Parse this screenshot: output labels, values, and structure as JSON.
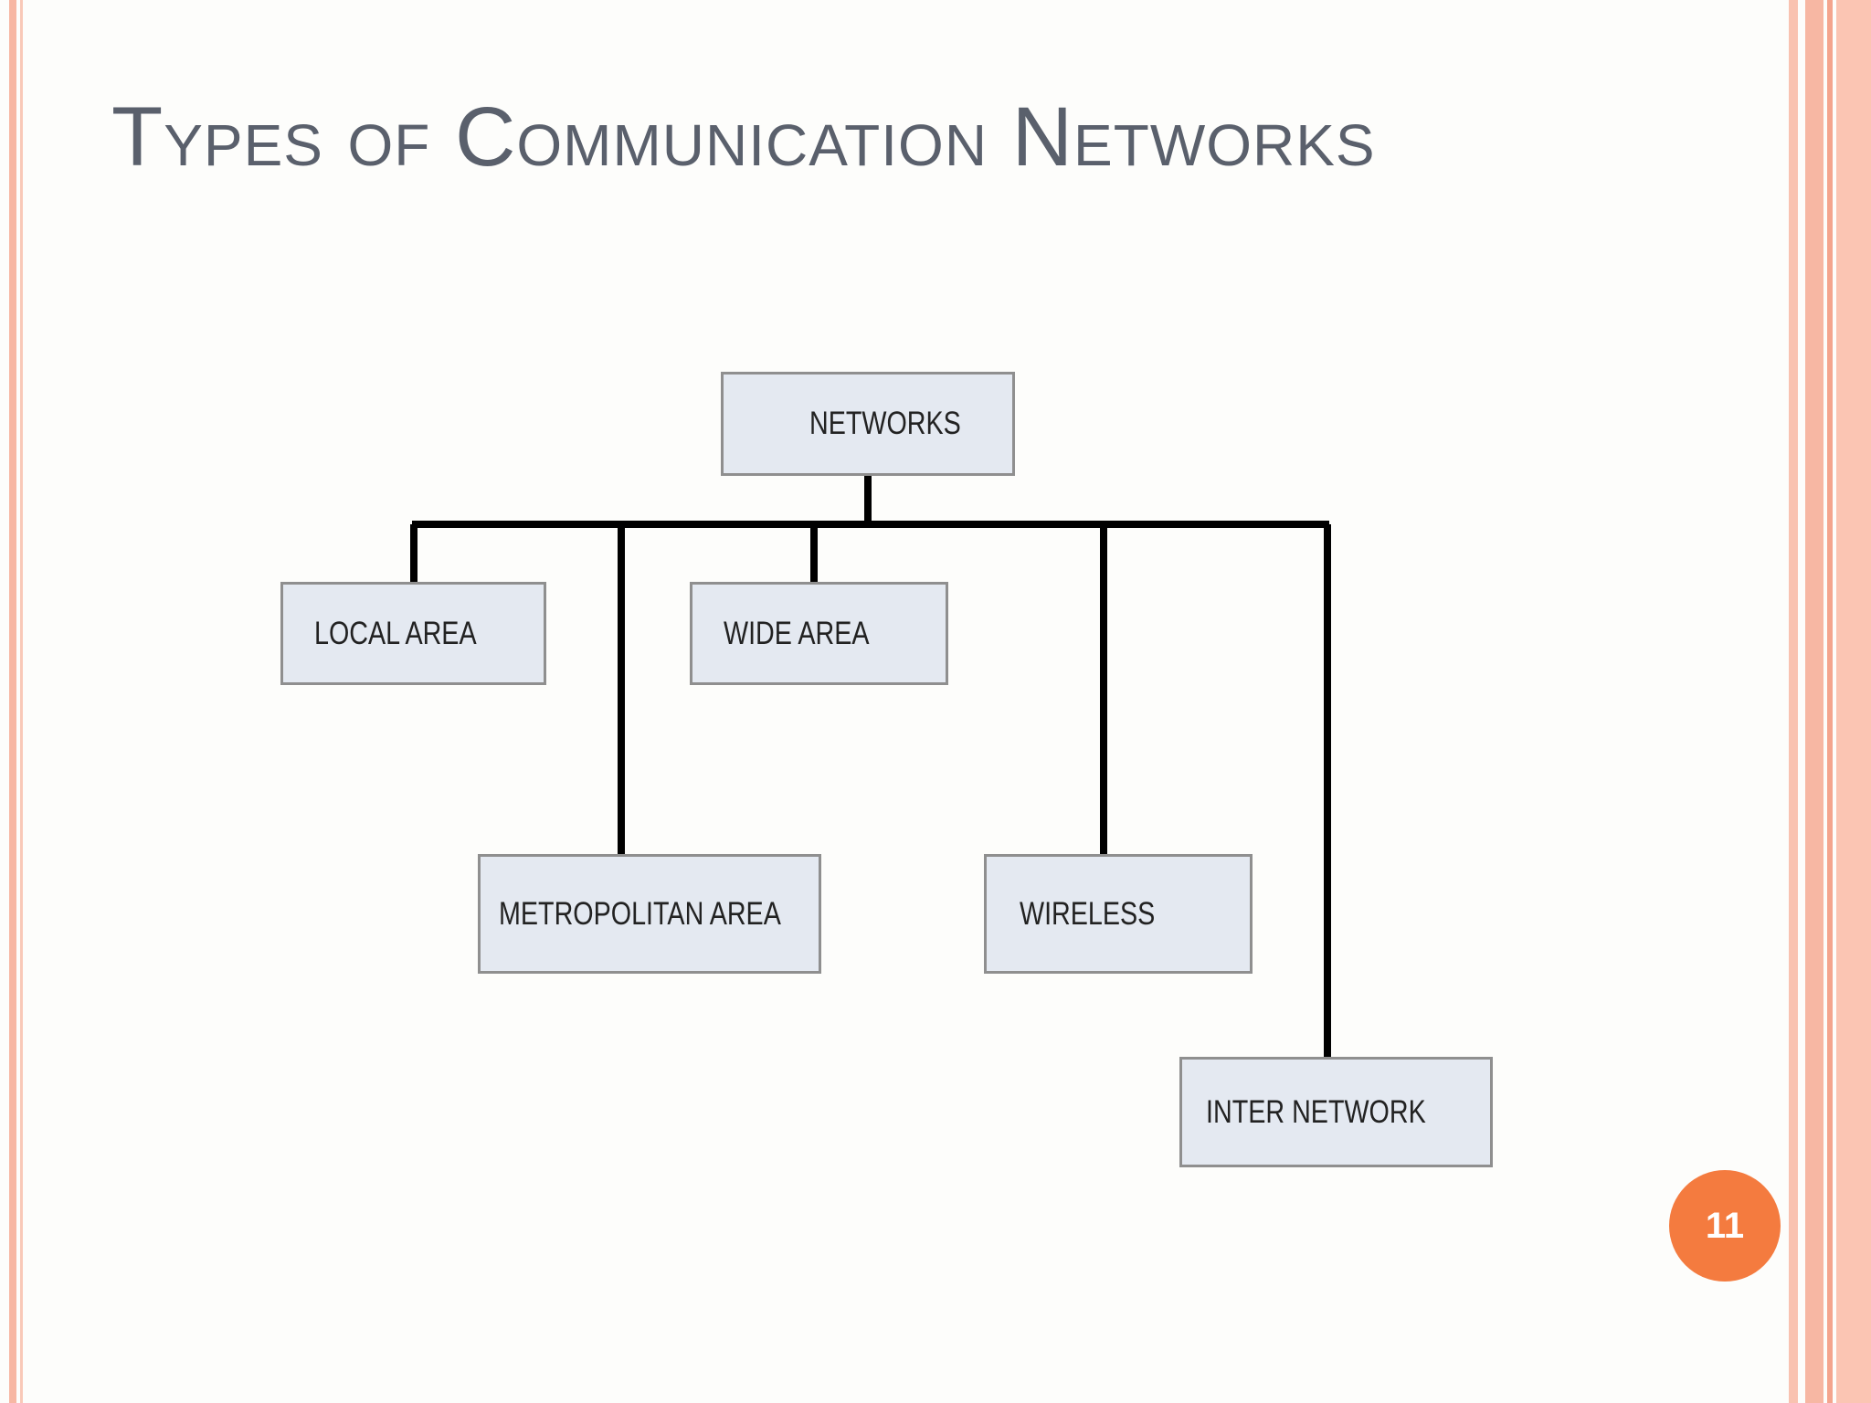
{
  "slide": {
    "title": "Types of Communication Networks",
    "page_number": "11"
  },
  "diagram": {
    "root": {
      "label": "NETWORKS"
    },
    "children": [
      {
        "label": "LOCAL AREA"
      },
      {
        "label": "METROPOLITAN AREA"
      },
      {
        "label": "WIDE AREA"
      },
      {
        "label": "WIRELESS"
      },
      {
        "label": "INTER NETWORK"
      }
    ]
  },
  "colors": {
    "title": "#5a606c",
    "node_fill": "#e4e9f1",
    "node_border": "#8f8f8f",
    "connector": "#000000",
    "badge": "#f47b3f",
    "frame": "#f7b7a3"
  }
}
